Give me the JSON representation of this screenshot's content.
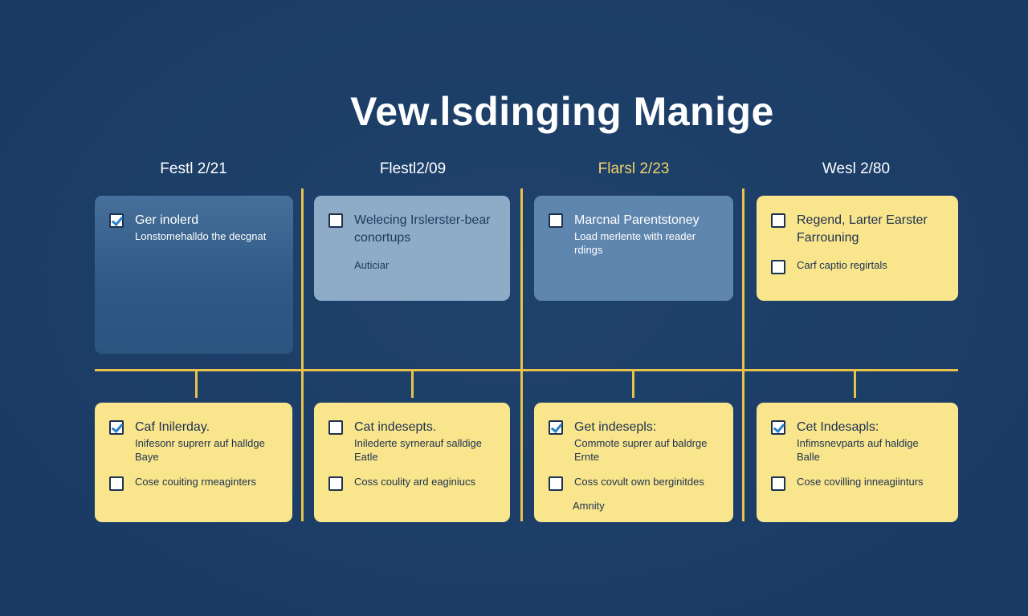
{
  "title": "Vew.lsdinging Manige",
  "columns": [
    {
      "label": "Festl 2/21"
    },
    {
      "label": "Flestl2/09"
    },
    {
      "label": "Flarsl 2/23"
    },
    {
      "label": "Wesl 2/80"
    }
  ],
  "top_cards": [
    {
      "items": [
        {
          "checked": true,
          "title": "Ger inolerd",
          "detail": "Lonstomehalldo the decgnat"
        }
      ]
    },
    {
      "items": [
        {
          "checked": false,
          "title": "Welecing Irslerster-bear conortups"
        }
      ],
      "note": "Auticiar"
    },
    {
      "items": [
        {
          "checked": false,
          "title": "Marcnal Parentstoney",
          "detail": "Load merlente with reader rdings"
        }
      ]
    },
    {
      "items": [
        {
          "checked": false,
          "title": "Regend, Larter Earster Farrouning"
        },
        {
          "checked": false,
          "title": "Carf captio regirtals"
        }
      ]
    }
  ],
  "bottom_cards": [
    {
      "items": [
        {
          "checked": true,
          "title": "Caf Inilerday.",
          "detail": "Inifesonr suprerr auf halldge Baye"
        },
        {
          "checked": false,
          "title": "Cose couiting rmeaginters"
        }
      ]
    },
    {
      "items": [
        {
          "checked": false,
          "title": "Cat indesepts.",
          "detail": "Inilederte syrnerauf salldige Eatle"
        },
        {
          "checked": false,
          "title": "Coss coulity ard eaginiucs"
        }
      ]
    },
    {
      "items": [
        {
          "checked": true,
          "title": "Get indesepls:",
          "detail": "Commote suprer auf baldrge Ernte"
        },
        {
          "checked": false,
          "title": "Coss covult own berginitdes"
        }
      ],
      "note": "Amnity"
    },
    {
      "items": [
        {
          "checked": true,
          "title": "Cet Indesapls:",
          "detail": "Infimsnevparts auf haldige Balle"
        },
        {
          "checked": false,
          "title": "Cose covilling inneagiinturs"
        }
      ]
    }
  ]
}
